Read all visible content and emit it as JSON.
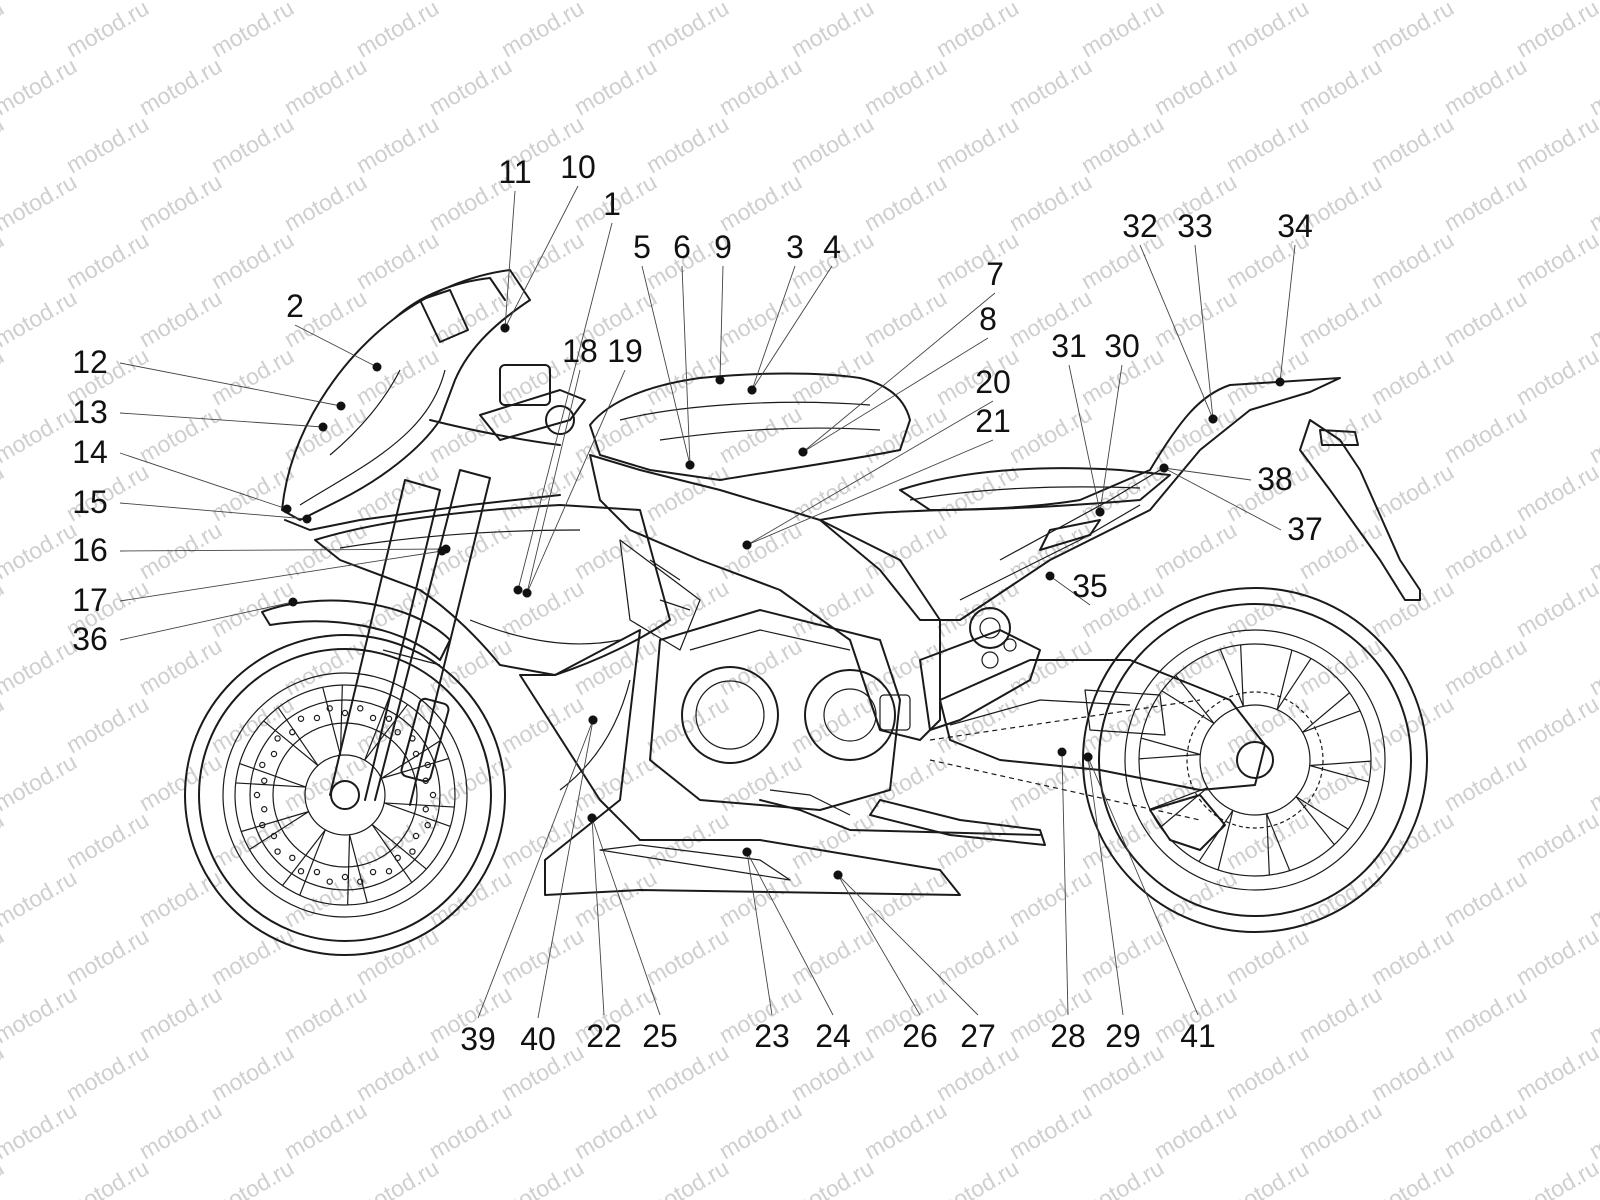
{
  "watermark": "motod.ru",
  "callouts": [
    "1",
    "2",
    "3",
    "4",
    "5",
    "6",
    "7",
    "8",
    "9",
    "10",
    "11",
    "12",
    "13",
    "14",
    "15",
    "16",
    "17",
    "18",
    "19",
    "20",
    "21",
    "22",
    "23",
    "24",
    "25",
    "26",
    "27",
    "28",
    "29",
    "30",
    "31",
    "32",
    "33",
    "34",
    "35",
    "36",
    "37",
    "38",
    "39",
    "40",
    "41"
  ]
}
